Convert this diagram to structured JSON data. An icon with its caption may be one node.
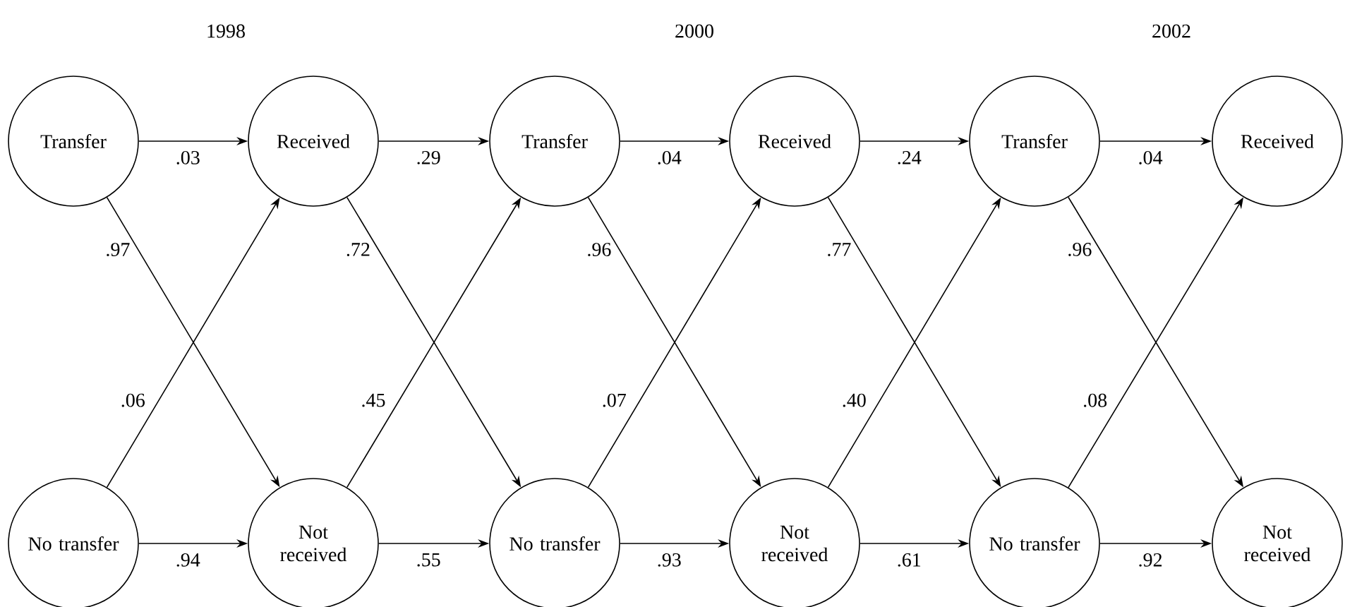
{
  "diagram": {
    "nodes": [
      {
        "text": [
          "Transfer"
        ]
      },
      {
        "text": [
          "Received"
        ]
      },
      {
        "text": [
          "Transfer"
        ]
      },
      {
        "text": [
          "Received"
        ]
      },
      {
        "text": [
          "Transfer"
        ]
      },
      {
        "text": [
          "Received"
        ]
      },
      {
        "text": [
          "No transfer"
        ]
      },
      {
        "text": [
          "Not received"
        ]
      },
      {
        "text": [
          "No transfer"
        ]
      },
      {
        "text": [
          "Not received"
        ]
      },
      {
        "text": [
          "No transfer"
        ]
      },
      {
        "text": [
          "Not received"
        ]
      }
    ],
    "edges": [
      {
        "from": 0,
        "to": 1,
        "arrow": "to",
        "label": ".03"
      },
      {
        "from": 0,
        "to": 7,
        "arrow": "to",
        "label": ".97"
      },
      {
        "from": 6,
        "to": 1,
        "arrow": "to",
        "label": ".06"
      },
      {
        "from": 6,
        "to": 7,
        "arrow": "to",
        "label": ".94"
      },
      {
        "from": 1,
        "to": 2,
        "arrow": "to",
        "label": ".29"
      },
      {
        "from": 1,
        "to": 8,
        "arrow": "to",
        "label": ".72"
      },
      {
        "from": 7,
        "to": 2,
        "arrow": "to",
        "label": ".45"
      },
      {
        "from": 7,
        "to": 8,
        "arrow": "to",
        "label": ".55"
      },
      {
        "from": 2,
        "to": 3,
        "arrow": "to",
        "label": ".04"
      },
      {
        "from": 2,
        "to": 9,
        "arrow": "to",
        "label": ".96"
      },
      {
        "from": 8,
        "to": 3,
        "arrow": "to",
        "label": ".07"
      },
      {
        "from": 8,
        "to": 9,
        "arrow": "to",
        "label": ".93"
      },
      {
        "from": 3,
        "to": 4,
        "arrow": "to",
        "label": ".24"
      },
      {
        "from": 3,
        "to": 10,
        "arrow": "to",
        "label": ".77"
      },
      {
        "from": 9,
        "to": 4,
        "arrow": "to",
        "label": ".40"
      },
      {
        "from": 9,
        "to": 10,
        "arrow": "to",
        "label": ".61"
      },
      {
        "from": 4,
        "to": 5,
        "arrow": "to",
        "label": ".04"
      },
      {
        "from": 4,
        "to": 11,
        "arrow": "to",
        "label": ".96"
      },
      {
        "from": 10,
        "to": 5,
        "arrow": "to",
        "label": ".08"
      },
      {
        "from": 10,
        "to": 11,
        "arrow": "to",
        "label": ".92"
      }
    ],
    "labels": [
      "1998",
      "2000",
      "2002"
    ]
  }
}
